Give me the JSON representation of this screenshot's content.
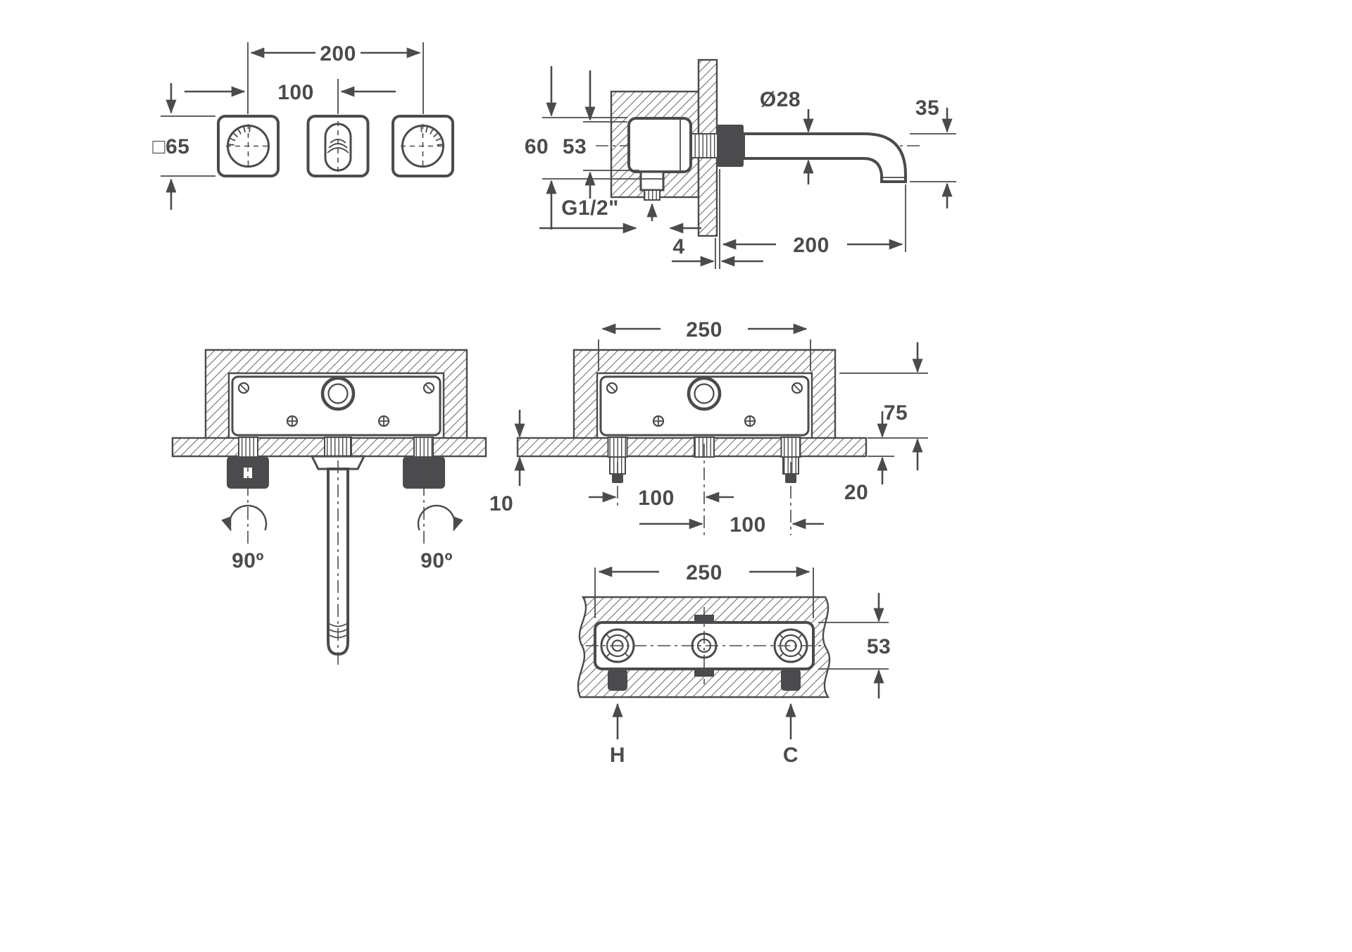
{
  "colors": {
    "ink": "#4b4b4d",
    "background": "#ffffff",
    "dark_fill": "#4b4b4d"
  },
  "views": {
    "front_trim": {
      "dim_width": "200",
      "dim_spacing": "100",
      "dim_handle": "□65"
    },
    "side_section": {
      "dim_spout_dia": "Ø28",
      "dim_drop": "35",
      "dim_body_height": "60",
      "dim_port_offset": "53",
      "dim_thread": "G1/2\"",
      "dim_wall_gap": "4",
      "dim_reach": "200"
    },
    "front_installed": {
      "dim_rot_left": "90º",
      "dim_rot_right": "90º"
    },
    "front_rough_in": {
      "dim_width": "250",
      "dim_height": "75",
      "dim_min_depth": "10",
      "dim_spacing_left": "100",
      "dim_spacing_right": "100",
      "dim_max_depth": "20"
    },
    "plan": {
      "dim_width": "250",
      "dim_depth": "53",
      "hot_label": "H",
      "cold_label": "C"
    }
  }
}
